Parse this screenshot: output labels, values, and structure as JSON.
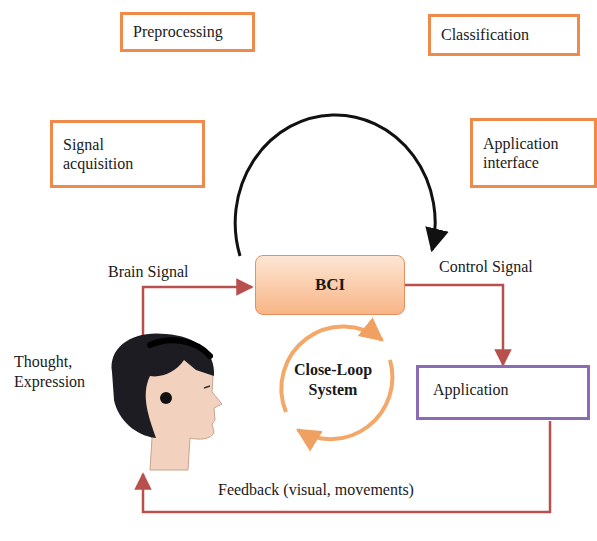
{
  "diagram": {
    "nodes": [
      {
        "text": [
          "Preprocessing"
        ]
      },
      {
        "text": [
          "Classification"
        ]
      },
      {
        "text": [
          "Signal acquisition"
        ]
      },
      {
        "text": [
          "Application interface"
        ]
      },
      {
        "text": [
          "BCI"
        ]
      },
      {
        "text": [
          "Application"
        ]
      }
    ],
    "edges": [
      {
        "from": 4,
        "to": 5,
        "arrow": "to",
        "label": "Control Signal"
      }
    ],
    "labels": [
      "Brain Signal",
      "Thought, Expression",
      "Close-Loop System",
      "Feedback (visual, movements)"
    ]
  }
}
